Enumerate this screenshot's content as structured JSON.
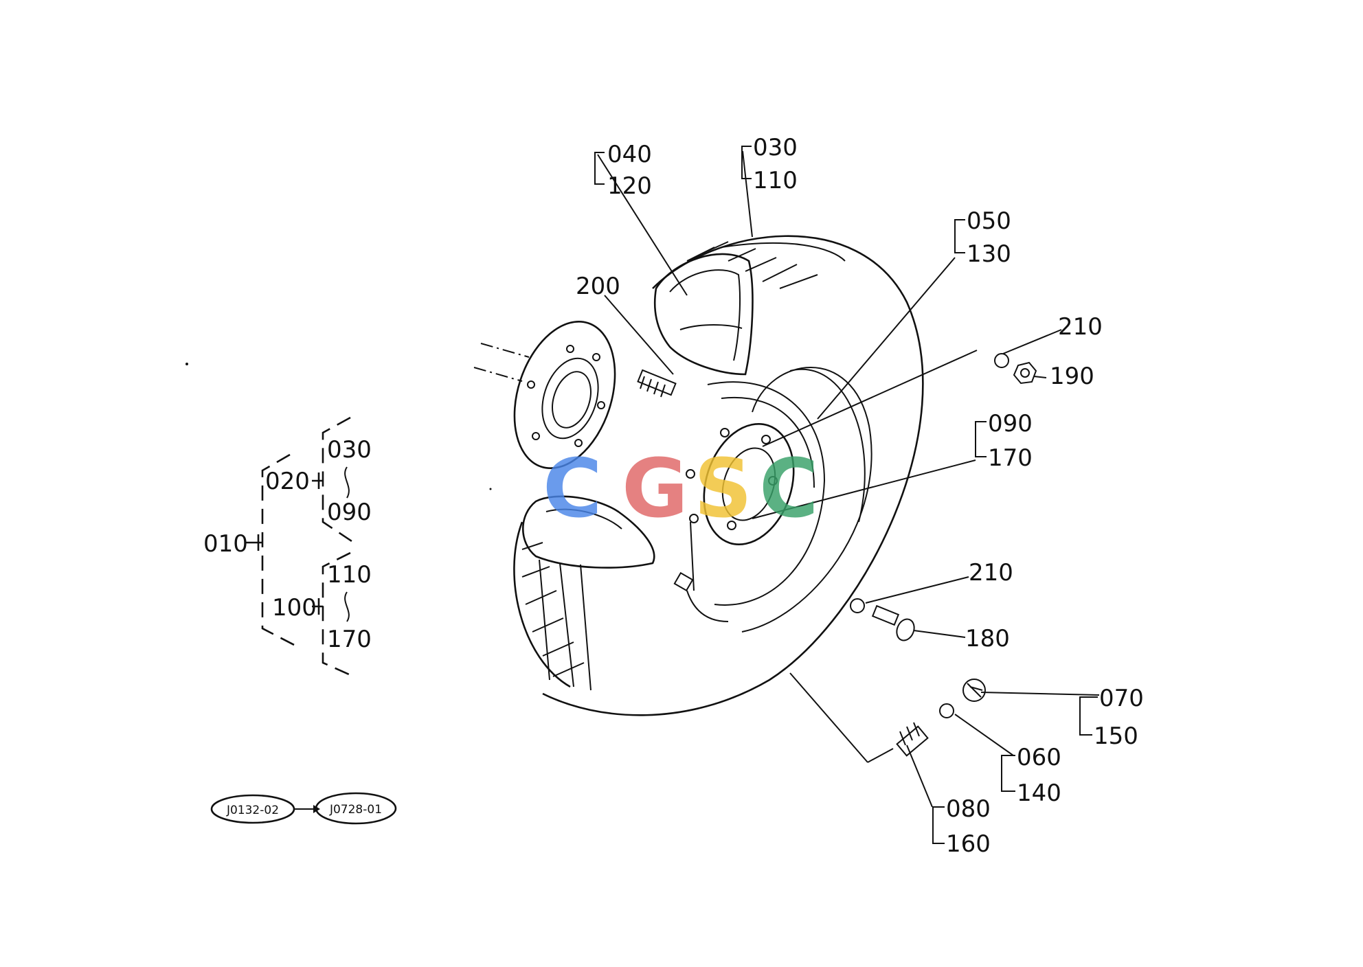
{
  "callouts": {
    "c040": "040",
    "c120": "120",
    "c030": "030",
    "c110": "110",
    "c050": "050",
    "c130": "130",
    "c200": "200",
    "c210a": "210",
    "c190": "190",
    "c090": "090",
    "c170": "170",
    "c210b": "210",
    "c180": "180",
    "c070": "070",
    "c150": "150",
    "c060": "060",
    "c140": "140",
    "c080": "080",
    "c160": "160"
  },
  "tree": {
    "root": "010",
    "a": "020",
    "a_from": "030",
    "a_to": "090",
    "b": "100",
    "b_from": "110",
    "b_to": "170"
  },
  "refs": {
    "from": "J0132-02",
    "to": "J0728-01"
  },
  "watermark": {
    "letters": [
      "C",
      "G",
      "S",
      "C"
    ],
    "colors": [
      "#4a86e8",
      "#e06666",
      "#f1c232",
      "#38a068"
    ]
  }
}
